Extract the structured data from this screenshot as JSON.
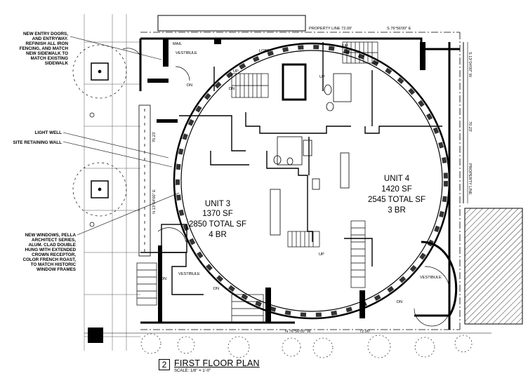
{
  "notes": [
    [
      "NEW ENTRY DOORS,",
      "AND ENTRYWAY.",
      "REFINISH ALL IRON",
      "FENCING, AND MATCH",
      "NEW SIDEWALK TO",
      "MATCH EXISTING",
      "SIDEWALK"
    ],
    [
      "LIGHT WELL"
    ],
    [
      "SITE RETAINING WALL"
    ],
    [
      "NEW WINDOWS, PELLA",
      "ARCHITECT SERIES,",
      "ALUM. CLAD DOUBLE",
      "HUNG WITH EXTENDED",
      "CROWN RECEPTOR,",
      "COLOR FRENCH ROAST,",
      "TO MATCH HISTORIC",
      "WINDOW FRAMES"
    ]
  ],
  "property": {
    "top_label": "PROPERTY LINE  72.00'",
    "top_bearing": "S  76°56'00\"  E",
    "right_bearing": "S  13°04'00\"  W",
    "right_dim": "70.23'",
    "right_label": "PROPERTY LINE",
    "left_dim": "70.23'",
    "left_bearing": "N  13°04'00\"  E",
    "bottom_bearing": "N  76°56'00\"  W",
    "bottom_dim": "72.00'"
  },
  "rooms": {
    "mail": "MAIL",
    "vestibule_top": "VESTIBULE",
    "lobby": "LOBBY",
    "vestibule_left": "VESTIBULE",
    "vestibule_right": "VESTIBULE"
  },
  "stairs": {
    "up": "UP",
    "dn": "DN"
  },
  "units": [
    {
      "name": "UNIT 3",
      "sf": "1370 SF",
      "total": "2850 TOTAL SF",
      "br": "4 BR"
    },
    {
      "name": "UNIT 4",
      "sf": "1420 SF",
      "total": "2545 TOTAL SF",
      "br": "3 BR"
    }
  ],
  "title": {
    "number": "2",
    "name": "FIRST FLOOR PLAN",
    "scale": "SCALE:  1/8\" = 1'-0\""
  }
}
